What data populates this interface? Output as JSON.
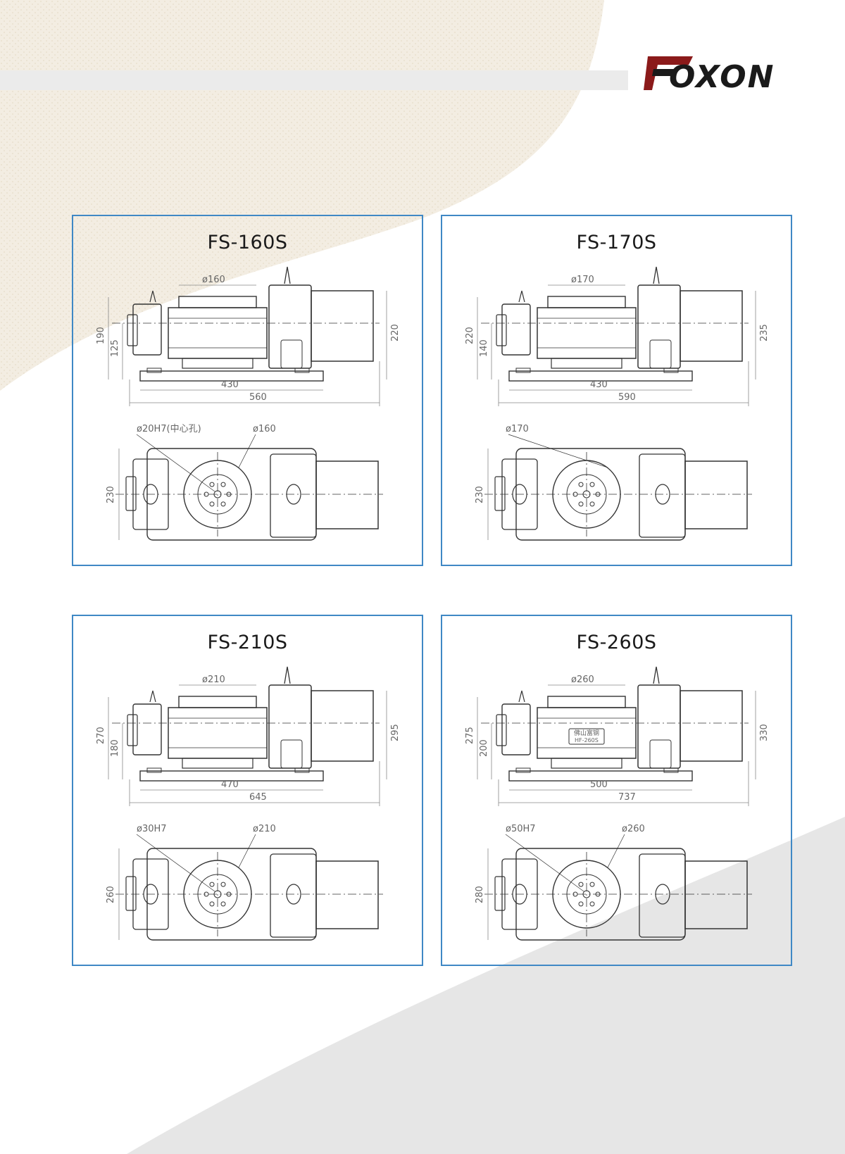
{
  "brand": {
    "name": "FOXON",
    "accent_color": "#8b1a1a",
    "text_color": "#1a1a1a"
  },
  "colors": {
    "panel_border": "#3f88c5",
    "beige_pattern": "#f4efe5",
    "gray_band": "#ebebeb",
    "lower_gray": "#e6e6e6"
  },
  "panels": [
    {
      "model": "FS-160S",
      "side_view": {
        "table_dia": "ø160",
        "overall_height": "220",
        "height_label": "190",
        "center_height": "125",
        "base_length": "430",
        "overall_length": "560"
      },
      "top_view": {
        "center_hole": "ø20H7(中心孔)",
        "table_dia": "ø160",
        "width": "230"
      }
    },
    {
      "model": "FS-170S",
      "side_view": {
        "table_dia": "ø170",
        "overall_height": "235",
        "height_label": "220",
        "center_height": "140",
        "base_length": "430",
        "overall_length": "590"
      },
      "top_view": {
        "table_dia": "ø170",
        "width": "230"
      }
    },
    {
      "model": "FS-210S",
      "side_view": {
        "table_dia": "ø210",
        "overall_height": "295",
        "height_label": "270",
        "center_height": "180",
        "base_length": "470",
        "overall_length": "645"
      },
      "top_view": {
        "table_dia": "ø210",
        "center_hole": "ø30H7",
        "width": "260"
      }
    },
    {
      "model": "FS-260S",
      "side_view": {
        "table_dia": "ø260",
        "overall_height": "330",
        "height_label": "275",
        "center_height": "200",
        "base_length": "500",
        "overall_length": "737",
        "nameplate_line1": "佛山富钢",
        "nameplate_line2": "HF-260S"
      },
      "top_view": {
        "center_hole": "ø50H7",
        "table_dia": "ø260",
        "width": "280"
      }
    }
  ]
}
